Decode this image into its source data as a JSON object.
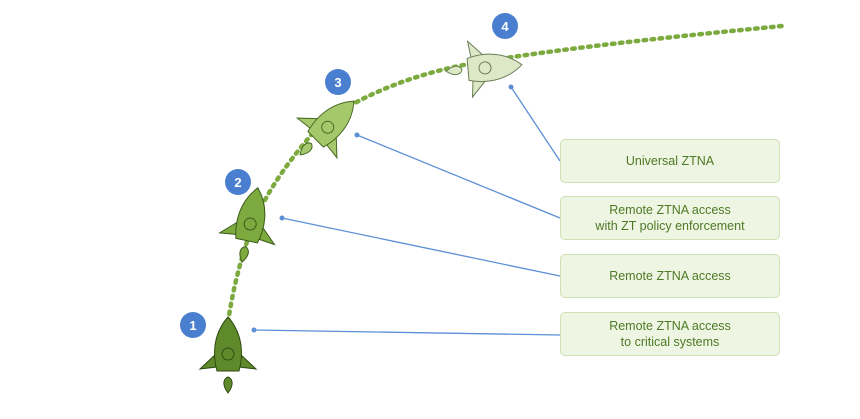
{
  "stages": [
    {
      "number": "1",
      "lines": [
        "Remote ZTNA access",
        "to critical systems"
      ],
      "color": "#5f8a2b"
    },
    {
      "number": "2",
      "lines": [
        "Remote ZTNA access"
      ],
      "color": "#7daa3f"
    },
    {
      "number": "3",
      "lines": [
        "Remote ZTNA access",
        "with ZT policy enforcement"
      ],
      "color": "#a6c86d"
    },
    {
      "number": "4",
      "lines": [
        "Universal ZTNA"
      ],
      "color": "#dde9c6"
    }
  ],
  "colors": {
    "badge": "#4a7fd0",
    "connector": "#5b8fd6",
    "trajectory": "#7daa3f",
    "box_fill": "#eef5e3",
    "box_border": "#cfe0b4",
    "box_text": "#4e7a25"
  }
}
